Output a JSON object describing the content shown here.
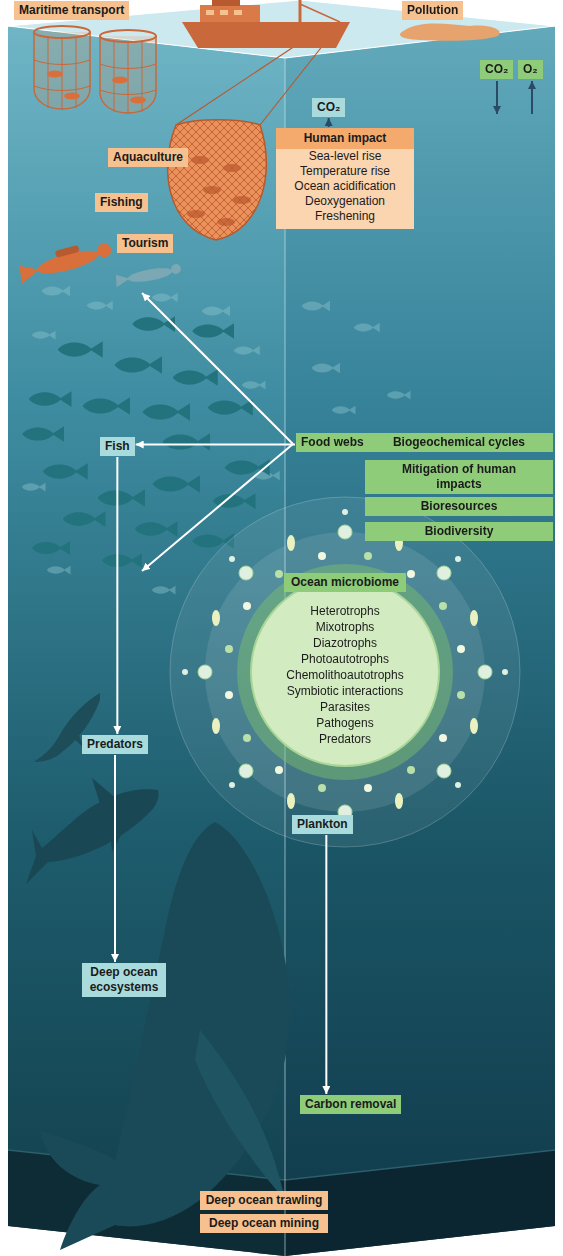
{
  "diagram": {
    "nodes": [
      {
        "text": [
          "Maritime transport"
        ]
      },
      {
        "text": [
          "Pollution"
        ]
      },
      {
        "text": [
          "CO₂"
        ]
      },
      {
        "text": [
          "O₂"
        ]
      },
      {
        "text": [
          "CO₂"
        ]
      },
      {
        "text": [
          "Human impact",
          "Sea-level rise",
          "Temperature rise",
          "Ocean acidification",
          "Deoxygenation",
          "Freshening"
        ]
      },
      {
        "text": [
          "Aquaculture"
        ]
      },
      {
        "text": [
          "Fishing"
        ]
      },
      {
        "text": [
          "Tourism"
        ]
      },
      {
        "text": [
          "Fish"
        ]
      },
      {
        "text": [
          "Food webs"
        ]
      },
      {
        "text": [
          "Biogeochemical cycles"
        ]
      },
      {
        "text": [
          "Mitigation of human impacts"
        ]
      },
      {
        "text": [
          "Bioresources"
        ]
      },
      {
        "text": [
          "Biodiversity"
        ]
      },
      {
        "text": [
          "Ocean microbiome",
          "Heterotrophs",
          "Mixotrophs",
          "Diazotrophs",
          "Photoautotrophs",
          "Chemolithoautotrophs",
          "Symbiotic interactions",
          "Parasites",
          "Pathogens",
          "Predators"
        ]
      },
      {
        "text": [
          "Predators"
        ]
      },
      {
        "text": [
          "Plankton"
        ]
      },
      {
        "text": [
          "Deep ocean ecosystems"
        ]
      },
      {
        "text": [
          "Carbon removal"
        ]
      },
      {
        "text": [
          "Deep ocean trawling"
        ]
      },
      {
        "text": [
          "Deep ocean mining"
        ]
      }
    ],
    "edges": [
      {
        "from": 5,
        "to": 4,
        "arrow": "to"
      },
      {
        "from": 10,
        "to": 9,
        "arrow": "to"
      },
      {
        "from": 9,
        "to": 16,
        "arrow": "to"
      },
      {
        "from": 16,
        "to": 18,
        "arrow": "to"
      },
      {
        "from": 17,
        "to": 19,
        "arrow": "to"
      }
    ]
  }
}
